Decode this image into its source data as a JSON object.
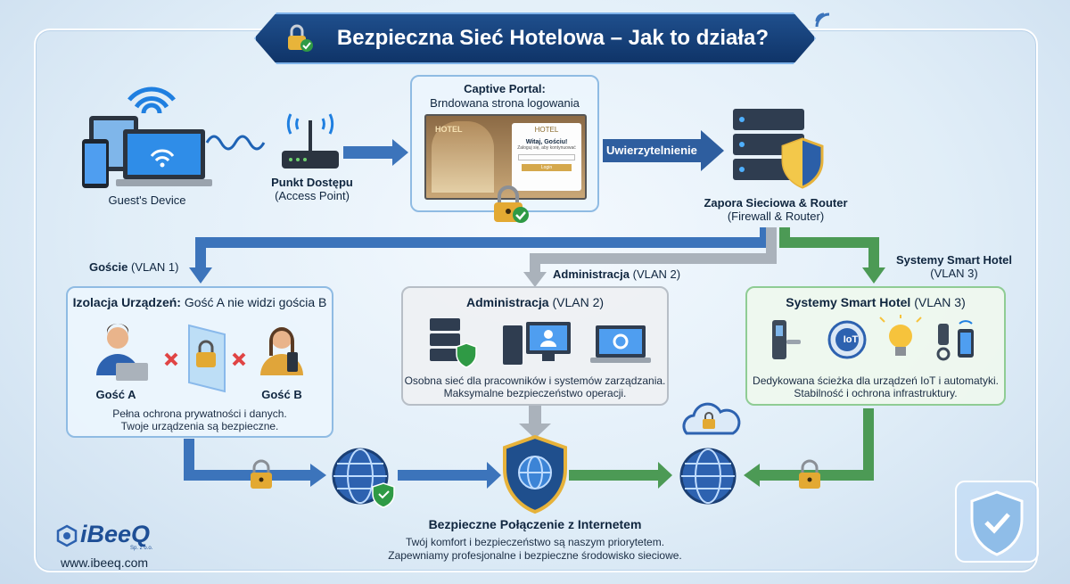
{
  "title": "Bezpieczna Sieć Hotelowa – Jak to działa?",
  "guest_device": {
    "label": "Guest's Device"
  },
  "access_point": {
    "label_bold": "Punkt Dostępu",
    "label_sub": "(Access Point)"
  },
  "captive_portal": {
    "title": "Captive Portal:",
    "subtitle": "Brndowana strona logowania",
    "hotel_sign": "HOTEL",
    "login_brand": "HOTEL",
    "login_greeting": "Witaj, Gościu!",
    "login_hint": "Zaloguj się, aby kontynuować",
    "login_button": "Login"
  },
  "auth_arrow": {
    "label": "Uwierzytelnienie"
  },
  "firewall": {
    "label_bold": "Zapora Sieciowa & Router",
    "label_sub": "(Firewall & Router)"
  },
  "branch_guests": {
    "label_bold": "Goście",
    "label_sub": "(VLAN 1)"
  },
  "branch_admin": {
    "label_bold": "Administracja",
    "label_sub": "(VLAN 2)"
  },
  "branch_smart": {
    "label_line1": "Systemy Smart Hotel",
    "label_line2": "(VLAN 3)"
  },
  "vlan1": {
    "title_bold": "Izolacja Urządzeń:",
    "title_rest": "Gość A nie widzi gościa B",
    "guest_a": "Gość A",
    "guest_b": "Gość B",
    "desc_line1": "Pełna ochrona prywatności i danych.",
    "desc_line2": "Twoje urządzenia są bezpieczne."
  },
  "vlan2": {
    "title_bold": "Administracja",
    "title_rest": "(VLAN 2)",
    "desc_line1": "Osobna sieć dla pracowników i systemów zarządzania.",
    "desc_line2": "Maksymalne bezpieczeństwo operacji."
  },
  "vlan3": {
    "title_bold": "Systemy Smart Hotel",
    "title_rest": "(VLAN 3)",
    "iot_label": "IoT",
    "desc_line1": "Dedykowana ścieżka dla urządzeń IoT i automatyki.",
    "desc_line2": "Stabilność i ochrona infrastruktury."
  },
  "internet": {
    "title": "Bezpieczne Połączenie z Internetem",
    "desc_line1": "Twój komfort i bezpieczeństwo są naszym priorytetem.",
    "desc_line2": "Zapewniamy profesjonalne i bezpieczne środowisko sieciowe."
  },
  "brand": {
    "logo": "iBeeQ",
    "logo_sub": "Sp. z o.o.",
    "url": "www.ibeeq.com"
  },
  "colors": {
    "blue": "#3c74bb",
    "gray": "#9aa3ad",
    "green": "#4c9a55",
    "navy": "#163e75"
  }
}
